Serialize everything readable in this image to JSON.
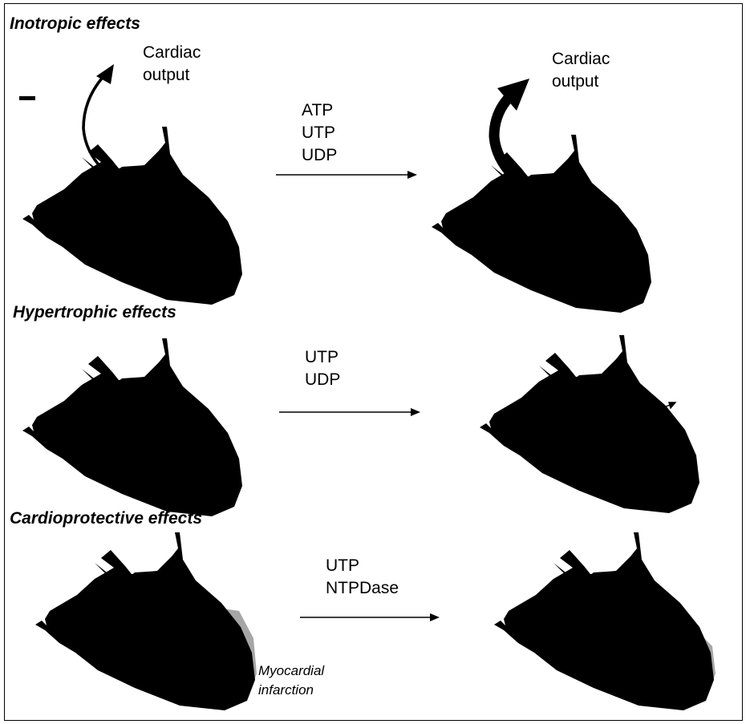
{
  "sections": [
    {
      "title": "Inotropic effects",
      "agents": [
        "ATP",
        "UTP",
        "UDP"
      ],
      "before_label": [
        "Cardiac",
        "output"
      ],
      "after_label": [
        "Cardiac",
        "output"
      ],
      "minus_sign": "–"
    },
    {
      "title": "Hypertrophic effects",
      "agents": [
        "UTP",
        "UDP"
      ]
    },
    {
      "title": "Cardioprotective effects",
      "agents": [
        "UTP",
        "NTPDase"
      ],
      "infarct_label": [
        "Myocardial",
        "infarction"
      ]
    }
  ],
  "colors": {
    "line": "#000000",
    "infarct": "#a6a6a6",
    "background": "#ffffff"
  }
}
